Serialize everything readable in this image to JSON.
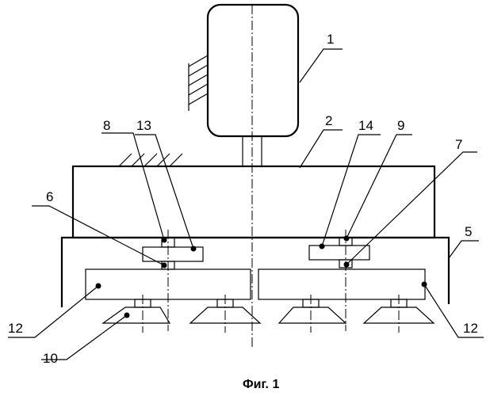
{
  "figure": {
    "caption": "Фиг. 1",
    "labels": {
      "l1": "1",
      "l2": "2",
      "l5": "5",
      "l6": "6",
      "l7": "7",
      "l8": "8",
      "l9": "9",
      "l10": "10",
      "l12a": "12",
      "l12b": "12",
      "l13": "13",
      "l14": "14"
    }
  }
}
